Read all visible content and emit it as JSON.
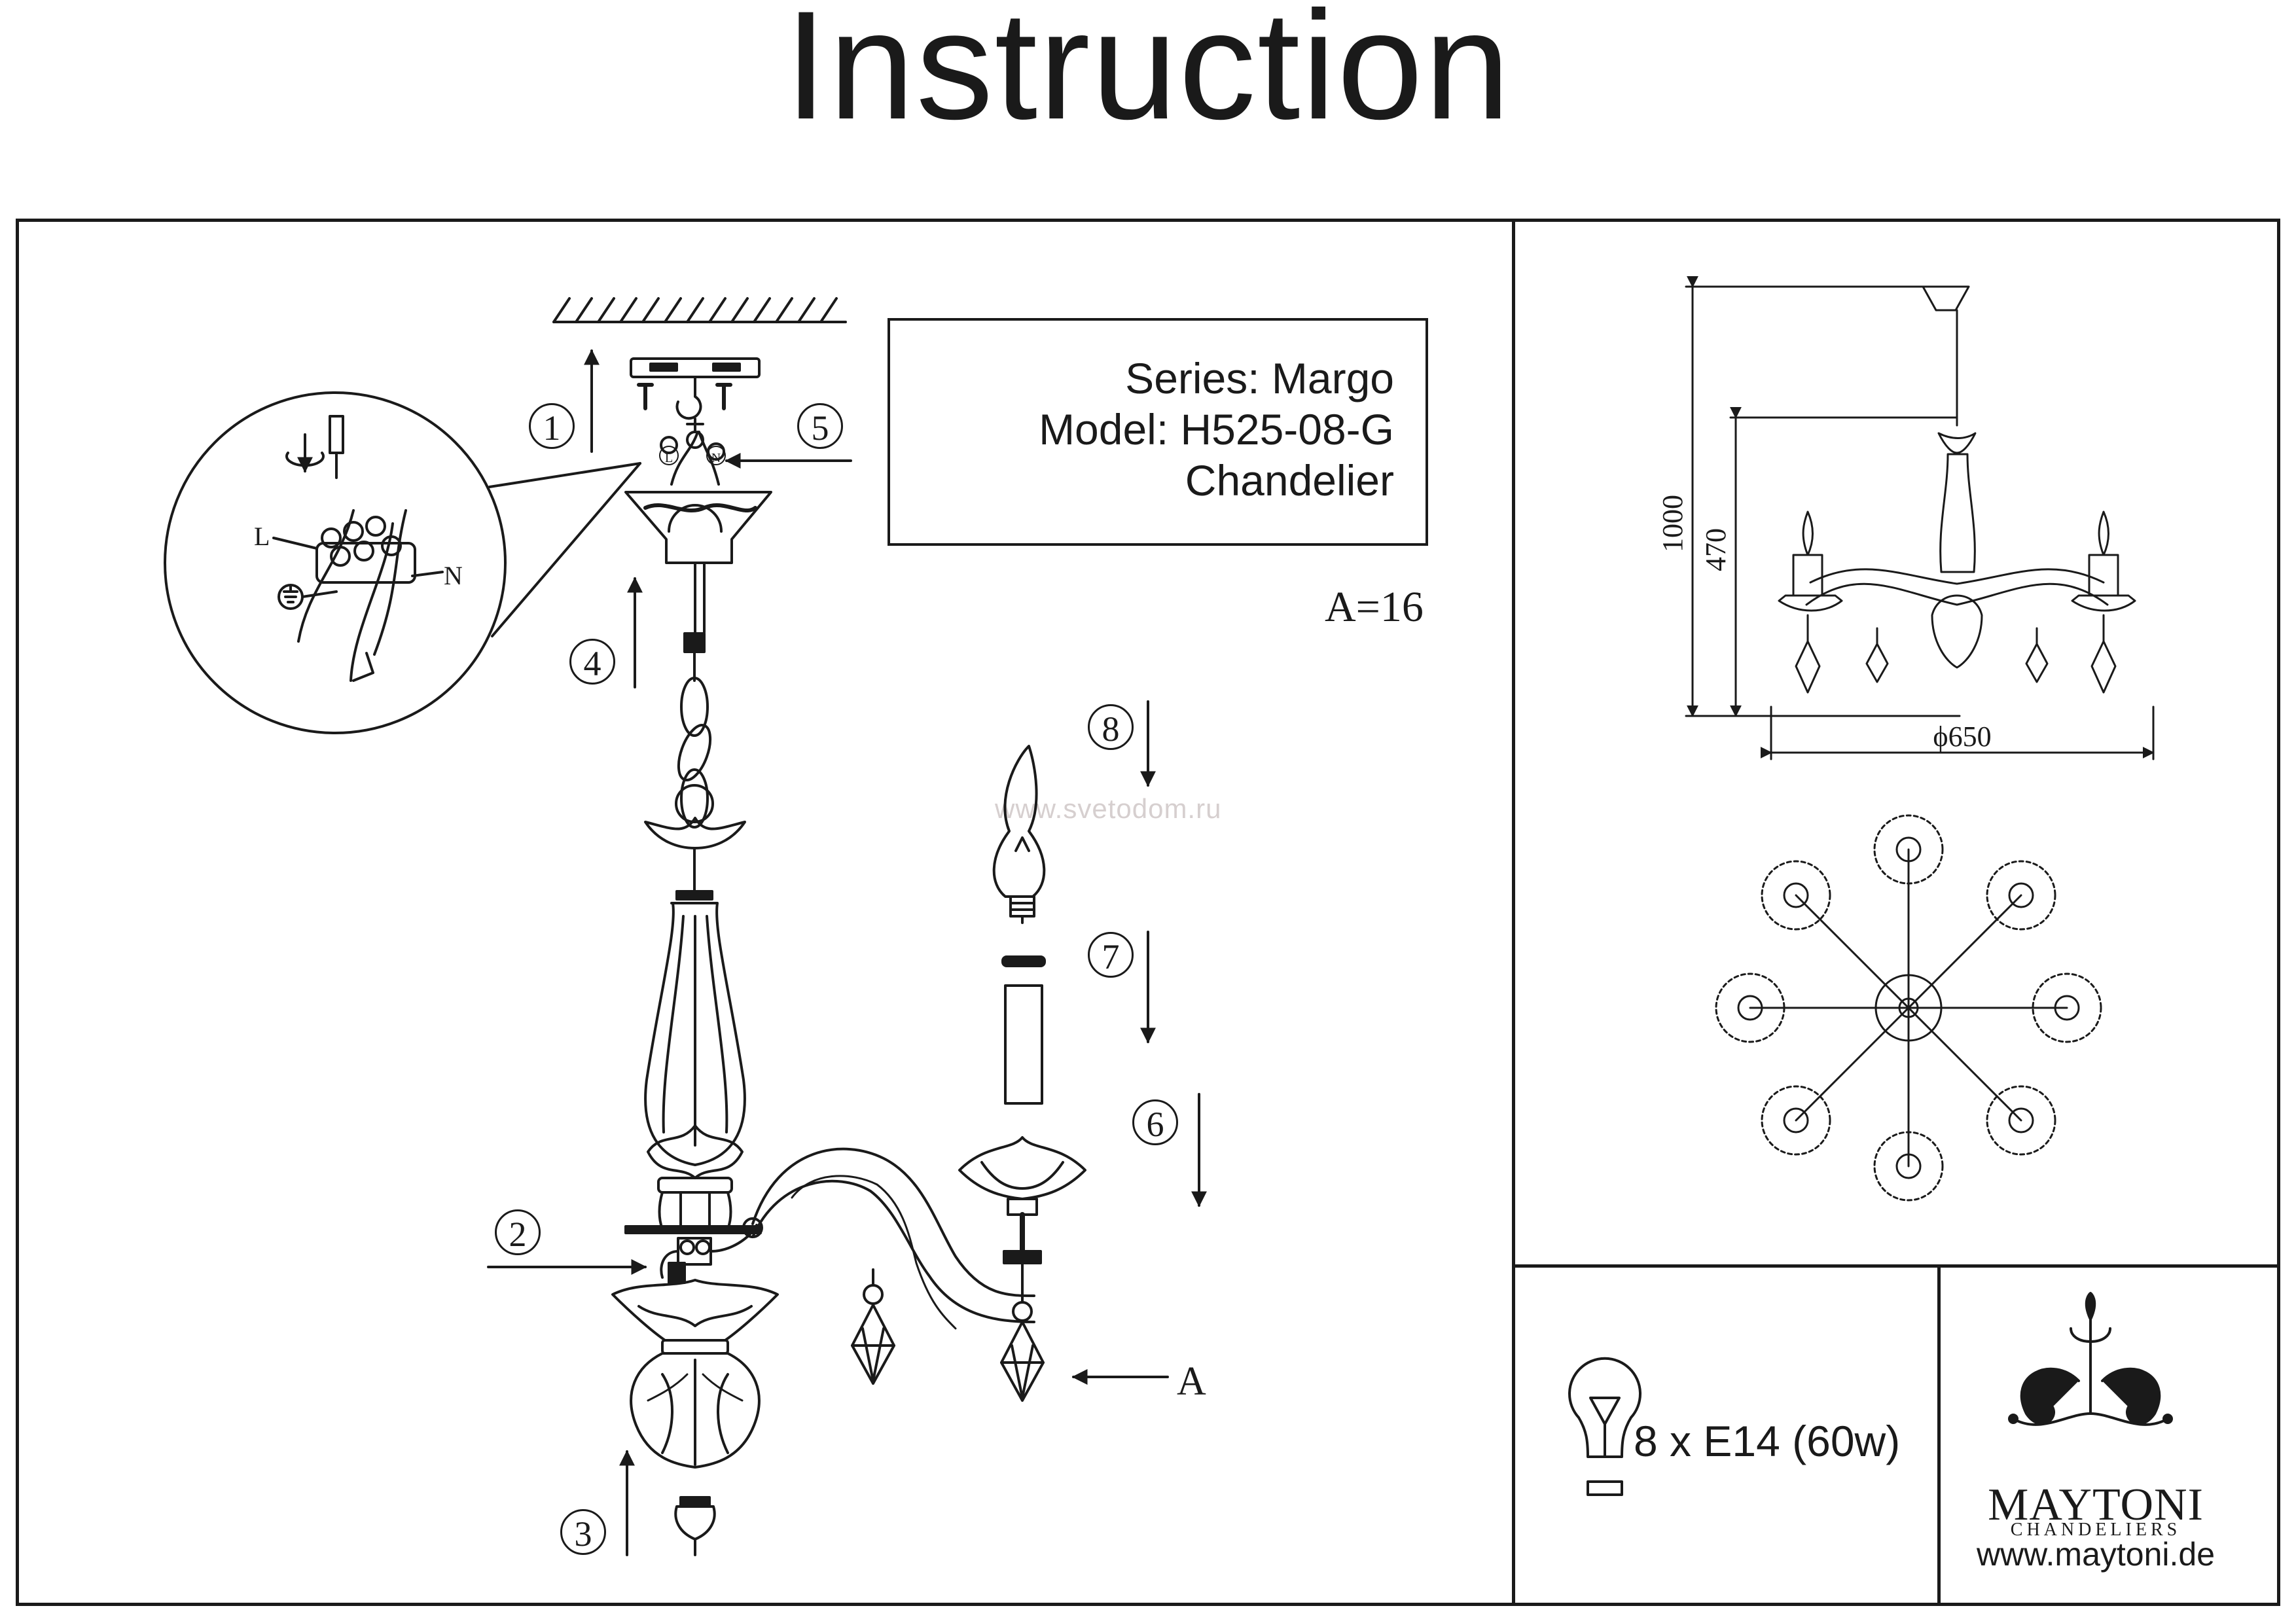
{
  "title": "Instruction",
  "product": {
    "series": "Series: Margo",
    "model": "Model: H525-08-G",
    "type": "Chandelier"
  },
  "parts_note": "A=16",
  "steps": [
    "1",
    "2",
    "3",
    "4",
    "5",
    "6",
    "7",
    "8"
  ],
  "callout_labels": {
    "part_a": "A",
    "live": "L",
    "neutral": "N"
  },
  "wire_markers": {
    "live": "L",
    "neutral": "N"
  },
  "dimensions": {
    "height_total": "1000",
    "height_body": "470",
    "diameter": "ϕ650"
  },
  "lamp_spec": "8 x E14 (60w)",
  "watermark": "www.svetodom.ru",
  "brand": {
    "name": "MAYTONI",
    "sub": "CHANDELIERS",
    "website": "www.maytoni.de"
  },
  "colors": {
    "ink": "#1a1a1a",
    "watermark": "#d6cfcf"
  },
  "icons": [
    "ceiling-hatch-icon",
    "mounting-bracket-icon",
    "screwdriver-icon",
    "rotate-icon",
    "ground-icon",
    "candle-bulb-icon",
    "light-bulb-icon",
    "maytoni-ornament-icon"
  ]
}
